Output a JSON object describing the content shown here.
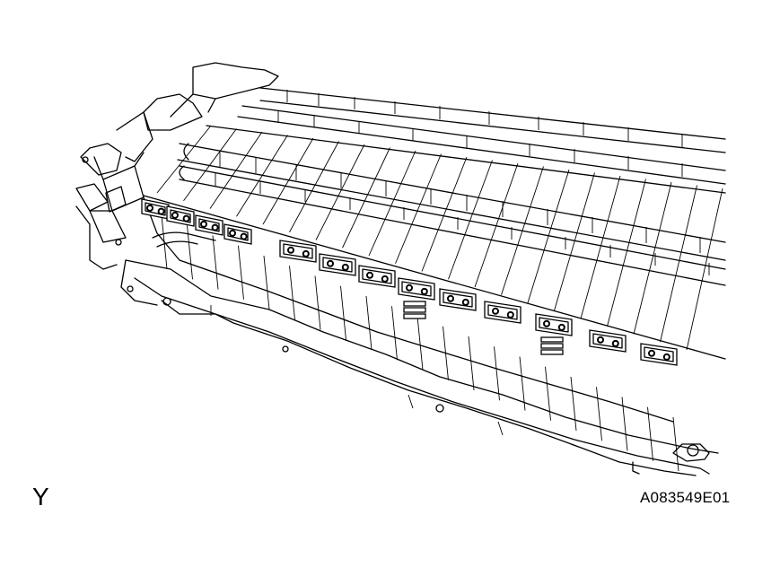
{
  "figure": {
    "view_label": "Y",
    "figure_code": "A083549E01"
  },
  "parts": {
    "module_count": 20,
    "bus_bar_bracket_count": 13,
    "rod_count": 3
  }
}
